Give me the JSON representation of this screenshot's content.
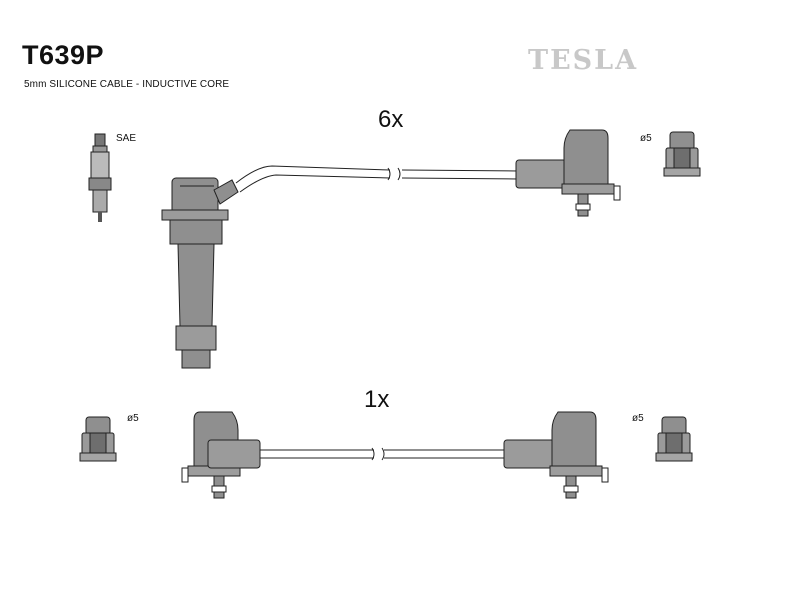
{
  "header": {
    "part_code": "T639P",
    "subtitle": "5mm SILICONE CABLE - INDUCTIVE CORE",
    "brand": "TESLA"
  },
  "labels": {
    "qty_top": "6x",
    "qty_bottom": "1x",
    "sae": "SAE",
    "diameter_1": "ø5",
    "diameter_2": "ø5",
    "diameter_3": "ø5"
  },
  "colors": {
    "part_fill": "#8f8f8f",
    "part_dark": "#6e6e6e",
    "outline": "#222222",
    "brand": "#c8c8c8"
  }
}
